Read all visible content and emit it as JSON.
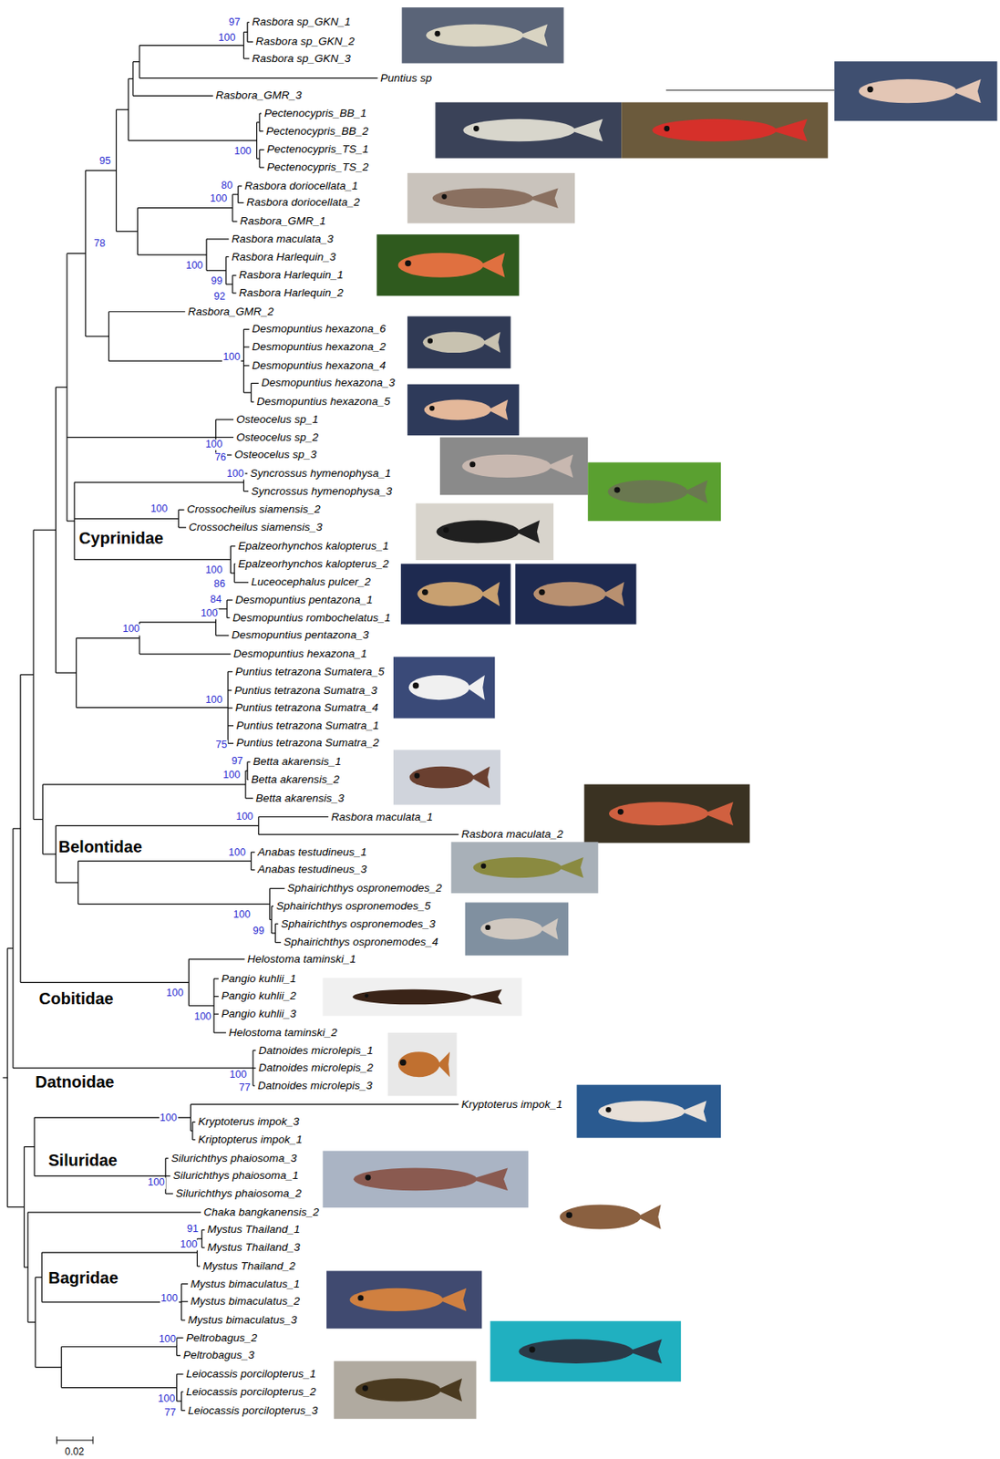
{
  "diagram": {
    "labels": [
      "Rasbora sp_GKN_1",
      "Rasbora sp_GKN_2",
      "Rasbora sp_GKN_3",
      "Puntius sp",
      "Rasbora_GMR_3",
      "Pectenocypris_BB_1",
      "Pectenocypris_BB_2",
      "Pectenocypris_TS_1",
      "Pectenocypris_TS_2",
      "Rasbora doriocellata_1",
      "Rasbora doriocellata_2",
      "Rasbora_GMR_1",
      "Rasbora maculata_3",
      "Rasbora Harlequin_3",
      "Rasbora Harlequin_1",
      "Rasbora Harlequin_2",
      "Rasbora_GMR_2",
      "Desmopuntius hexazona_6",
      "Desmopuntius hexazona_2",
      "Desmopuntius hexazona_4",
      "Desmopuntius hexazona_3",
      "Desmopuntius hexazona_5",
      "Osteocelus sp_1",
      "Osteocelus sp_2",
      "Osteocelus sp_3",
      "Syncrossus hymenophysa_1",
      "Syncrossus hymenophysa_3",
      "Crossocheilus siamensis_2",
      "Crossocheilus siamensis_3",
      "Epalzeorhynchos kalopterus_1",
      "Epalzeorhynchos kalopterus_2",
      "Luceocephalus pulcer_2",
      "Desmopuntius pentazona_1",
      "Desmopuntius rombochelatus_1",
      "Desmopuntius pentazona_3",
      "Desmopuntius hexazona_1",
      "Puntius tetrazona Sumatera_5",
      "Puntius tetrazona Sumatra_3",
      "Puntius tetrazona Sumatra_4",
      "Puntius tetrazona Sumatra_1",
      "Puntius tetrazona Sumatra_2",
      "Betta akarensis_1",
      "Betta akarensis_2",
      "Betta akarensis_3",
      "Rasbora maculata_1",
      "Rasbora maculata_2",
      "Anabas testudineus_1",
      "Anabas testudineus_3",
      "Sphairichthys ospronemodes_2",
      "Sphairichthys ospronemodes_5",
      "Sphairichthys ospronemodes_3",
      "Sphairichthys ospronemodes_4",
      "Helostoma taminski_1",
      "Pangio kuhlii_1",
      "Pangio kuhlii_2",
      "Pangio kuhlii_3",
      "Helostoma taminski_2",
      "Datnoides microlepis_1",
      "Datnoides microlepis_2",
      "Datnoides microlepis_3",
      "Kryptoterus impok_1",
      "Kryptoterus impok_3",
      "Kriptopterus impok_1",
      "Silurichthys phaiosoma_3",
      "Silurichthys phaiosoma_1",
      "Silurichthys phaiosoma_2",
      "Chaka bangkanensis_2",
      "Mystus Thailand_1",
      "Mystus Thailand_3",
      "Mystus Thailand_2",
      "Mystus bimaculatus_1",
      "Mystus bimaculatus_2",
      "Mystus bimaculatus_3",
      "Peltrobagus_2",
      "Peltrobagus_3",
      "Leiocassis porcilopterus_1",
      "Leiocassis porcilopterus_2",
      "Leiocassis porcilopterus_3",
      "97",
      "100",
      "95",
      "100",
      "80",
      "100",
      "78",
      "100",
      "99",
      "92",
      "100",
      "100",
      "76",
      "100",
      "100",
      "100",
      "86",
      "84",
      "100",
      "100",
      "100",
      "75",
      "97",
      "100",
      "100",
      "100",
      "100",
      "99",
      "100",
      "100",
      "100",
      "77",
      "100",
      "100",
      "91",
      "100",
      "100",
      "100",
      "100",
      "77",
      "Cyprinidae",
      "Belontidae",
      "Cobitidae",
      "Datnoidae",
      "Siluridae",
      "Bagridae",
      "0.02"
    ]
  }
}
